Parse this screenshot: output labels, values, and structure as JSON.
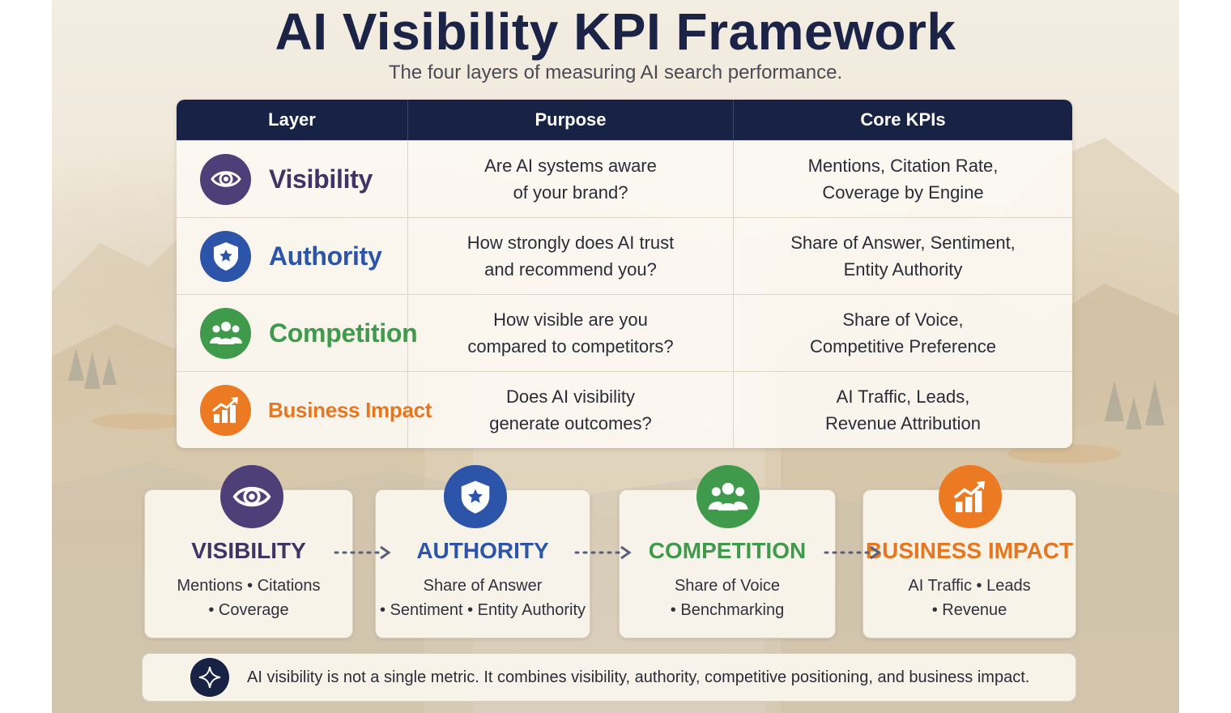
{
  "title": "AI Visibility KPI Framework",
  "subtitle": "The four layers of measuring AI search performance.",
  "colors": {
    "navy": "#172244",
    "visibility": "#4f3f78",
    "authority": "#2c54a8",
    "competition": "#3f9a4b",
    "business_impact": "#ec7a22"
  },
  "table": {
    "headers": [
      "Layer",
      "Purpose",
      "Core KPIs"
    ],
    "rows": [
      {
        "layer": "Visibility",
        "icon": "eye-icon",
        "purpose": "Are AI systems aware\nof your brand?",
        "kpis": "Mentions, Citation Rate,\nCoverage by Engine"
      },
      {
        "layer": "Authority",
        "icon": "shield-star-icon",
        "purpose": "How strongly does AI trust\nand recommend you?",
        "kpis": "Share of Answer, Sentiment,\nEntity Authority"
      },
      {
        "layer": "Competition",
        "icon": "group-icon",
        "purpose": "How visible are you\ncompared to competitors?",
        "kpis": "Share of Voice,\nCompetitive Preference"
      },
      {
        "layer": "Business Impact",
        "icon": "growth-chart-icon",
        "purpose": "Does AI visibility\ngenerate outcomes?",
        "kpis": "AI Traffic, Leads,\nRevenue Attribution"
      }
    ]
  },
  "flow": [
    {
      "label": "VISIBILITY",
      "icon": "eye-icon",
      "desc": "Mentions • Citations\n• Coverage"
    },
    {
      "label": "AUTHORITY",
      "icon": "shield-star-icon",
      "desc": "Share of Answer\n• Sentiment • Entity Authority"
    },
    {
      "label": "COMPETITION",
      "icon": "group-icon",
      "desc": "Share of Voice\n• Benchmarking"
    },
    {
      "label": "BUSINESS IMPACT",
      "icon": "growth-chart-icon",
      "desc": "AI Traffic • Leads\n• Revenue"
    }
  ],
  "note": {
    "icon": "sparkle-icon",
    "text": "AI visibility is not a single metric. It combines visibility, authority, competitive positioning, and business impact."
  }
}
